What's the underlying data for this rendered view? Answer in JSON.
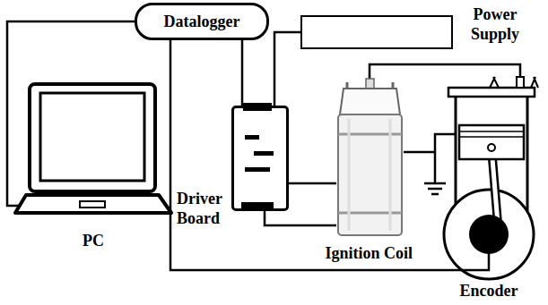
{
  "diagram": {
    "nodes": [
      {
        "text": [
          "Datalogger"
        ]
      },
      {
        "text": [
          "Power Supply"
        ]
      },
      {
        "text": [
          "PC"
        ]
      },
      {
        "text": [
          "Driver Board"
        ]
      },
      {
        "text": [
          "Ignition Coil"
        ]
      },
      {
        "text": [
          "Encoder"
        ]
      }
    ],
    "edges": [
      {
        "from": 0,
        "to": 2,
        "arrow": "none"
      },
      {
        "from": 0,
        "to": 3,
        "arrow": "none"
      },
      {
        "from": 1,
        "to": 3,
        "arrow": "none"
      },
      {
        "from": 3,
        "to": 4,
        "arrow": "none"
      },
      {
        "from": 3,
        "to": 4,
        "arrow": "none"
      },
      {
        "from": 0,
        "to": 5,
        "arrow": "none"
      }
    ]
  }
}
